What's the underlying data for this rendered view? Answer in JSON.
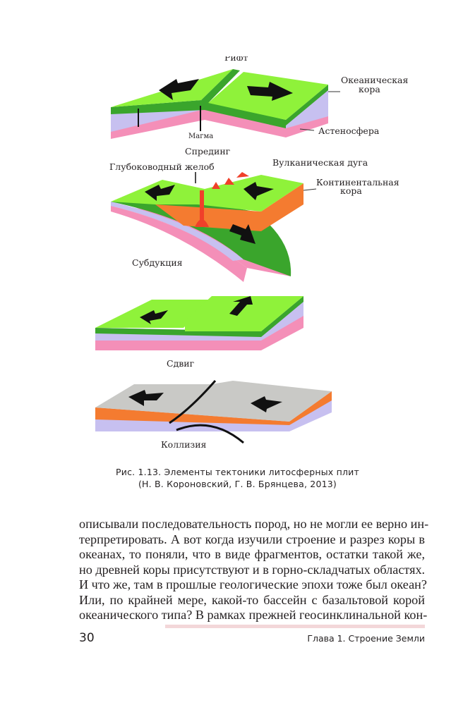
{
  "figure": {
    "labels": {
      "rift": "Рифт",
      "oceanic_crust": [
        "Океаническая",
        "кора"
      ],
      "asthenosphere": "Астеносфера",
      "magma": "Магма",
      "spreading": "Спрединг",
      "trench": "Глубоководный желоб",
      "volcanic_arc": "Вулканическая дуга",
      "continental_crust": [
        "Континентальная",
        "кора"
      ],
      "subduction": "Субдукция",
      "shear": "Сдвиг",
      "collision": "Коллизия"
    },
    "colors": {
      "green": "#8ff23a",
      "dark_green": "#3aa52c",
      "lavender": "#c7c0f0",
      "pink": "#f48fb8",
      "orange": "#f47b30",
      "red": "#f0402a",
      "gray": "#c9c9c6"
    }
  },
  "caption": [
    "Рис. 1.13. Элементы тектоники литосферных плит",
    "(Н. В. Короновский, Г. В. Брянцева, 2013)"
  ],
  "body_lines": [
    "описывали последовательность пород, но не могли ее верно ин-",
    "терпретировать. А вот когда изучили строение и разрез коры в",
    "океанах, то поняли, что в виде фрагментов, остатки такой же,",
    "но древней коры присутствуют и в горно-складчатых областях.",
    "И что же, там в прошлые геологические эпохи тоже был океан?",
    "Или, по крайней мере, какой-то бассейн с базальтовой корой",
    "океанического типа? В рамках прежней геосинклинальной кон-"
  ],
  "footer": {
    "page_number": "30",
    "chapter": "Глава 1. Строение Земли"
  }
}
